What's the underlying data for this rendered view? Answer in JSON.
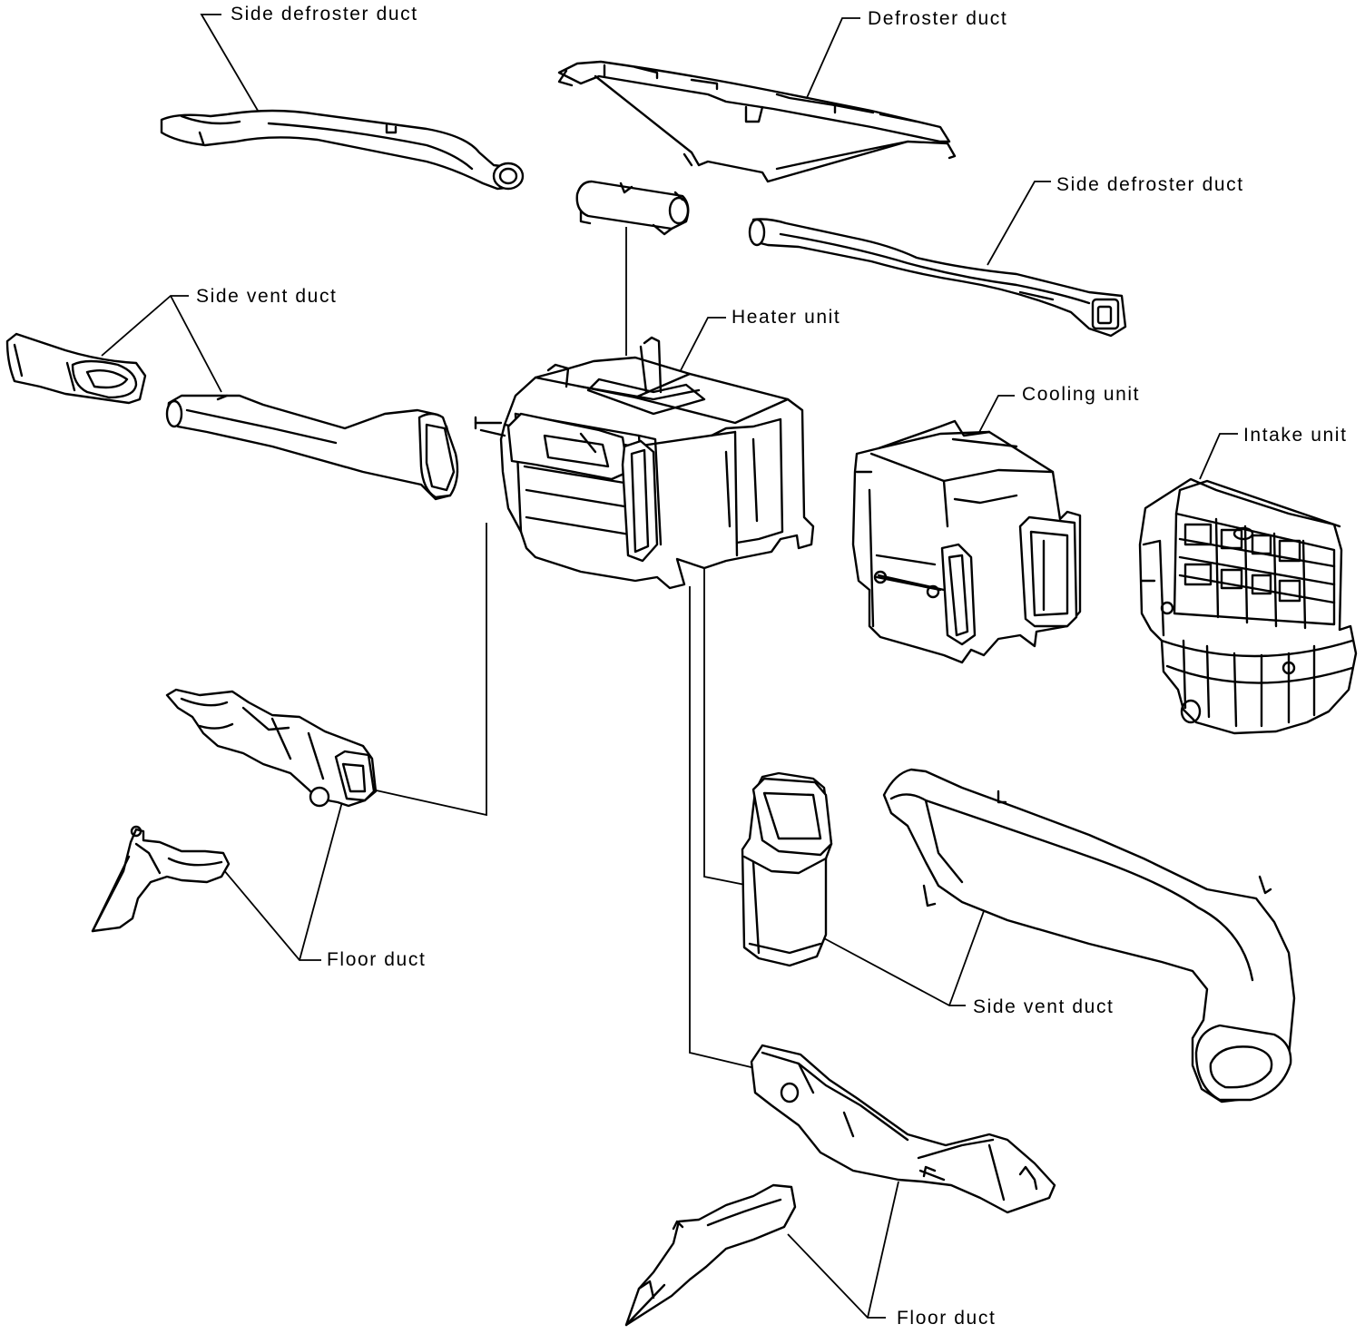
{
  "labels": {
    "side_defroster_duct_left": "Side defroster duct",
    "defroster_duct": "Defroster duct",
    "side_defroster_duct_right": "Side defroster duct",
    "side_vent_duct_left": "Side vent duct",
    "heater_unit": "Heater unit",
    "cooling_unit": "Cooling unit",
    "intake_unit": "Intake unit",
    "floor_duct_left": "Floor duct",
    "side_vent_duct_right": "Side vent duct",
    "floor_duct_bottom": "Floor duct"
  }
}
